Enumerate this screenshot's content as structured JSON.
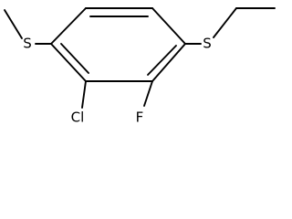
{
  "structure": {
    "atoms": {
      "s_left": "S",
      "s_right": "S",
      "chlorine": "Cl",
      "fluorine": "F"
    },
    "colors": {
      "bond": "#000000",
      "label": "#000000",
      "background": "#ffffff"
    }
  }
}
